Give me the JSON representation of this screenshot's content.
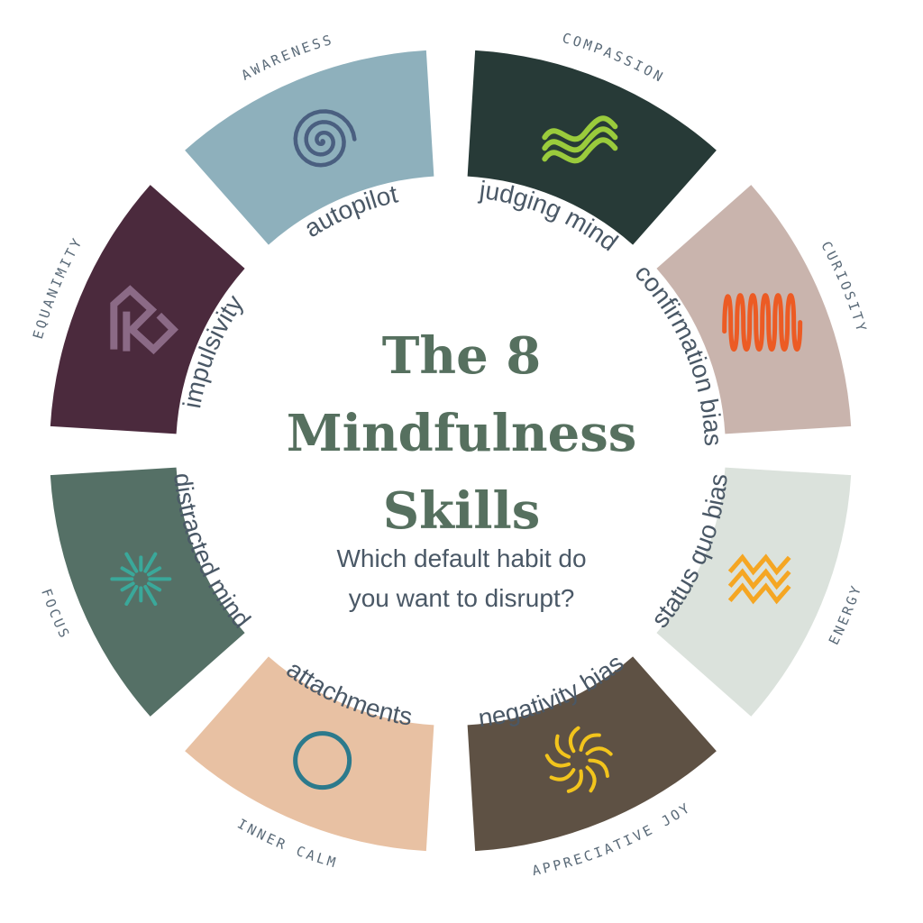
{
  "title": {
    "line1": "The 8",
    "line2": "Mindfulness",
    "line3": "Skills"
  },
  "subtitle": {
    "line1": "Which default habit do",
    "line2": "you want to disrupt?"
  },
  "segments": [
    {
      "skill": "COMPASSION",
      "habit": "judging mind",
      "color": "#273a37",
      "icon": "double-wave-icon",
      "icon_color": "#9acb3c"
    },
    {
      "skill": "CURIOSITY",
      "habit": "confirmation bias",
      "color": "#c9b4ad",
      "icon": "squiggle-icon",
      "icon_color": "#ec5b24"
    },
    {
      "skill": "ENERGY",
      "habit": "status quo  bias",
      "color": "#dbe2dc",
      "icon": "zigzag-icon",
      "icon_color": "#f5a623"
    },
    {
      "skill": "APPRECIATIVE JOY",
      "habit": "negativity bias",
      "color": "#5e5144",
      "icon": "sun-swirl-icon",
      "icon_color": "#f2c41c"
    },
    {
      "skill": "INNER CALM",
      "habit": "attachments",
      "color": "#e8c1a3",
      "icon": "circle-icon",
      "icon_color": "#2c7a8c"
    },
    {
      "skill": "FOCUS",
      "habit": "distracted mind",
      "color": "#557066",
      "icon": "starburst-icon",
      "icon_color": "#3aa89a"
    },
    {
      "skill": "EQUANIMITY",
      "habit": "impulsivity",
      "color": "#4b2a3d",
      "icon": "maze-icon",
      "icon_color": "#8b6a86"
    },
    {
      "skill": "AWARENESS",
      "habit": "autopilot",
      "color": "#8eb0bc",
      "icon": "spiral-icon",
      "icon_color": "#4a5f80"
    }
  ]
}
